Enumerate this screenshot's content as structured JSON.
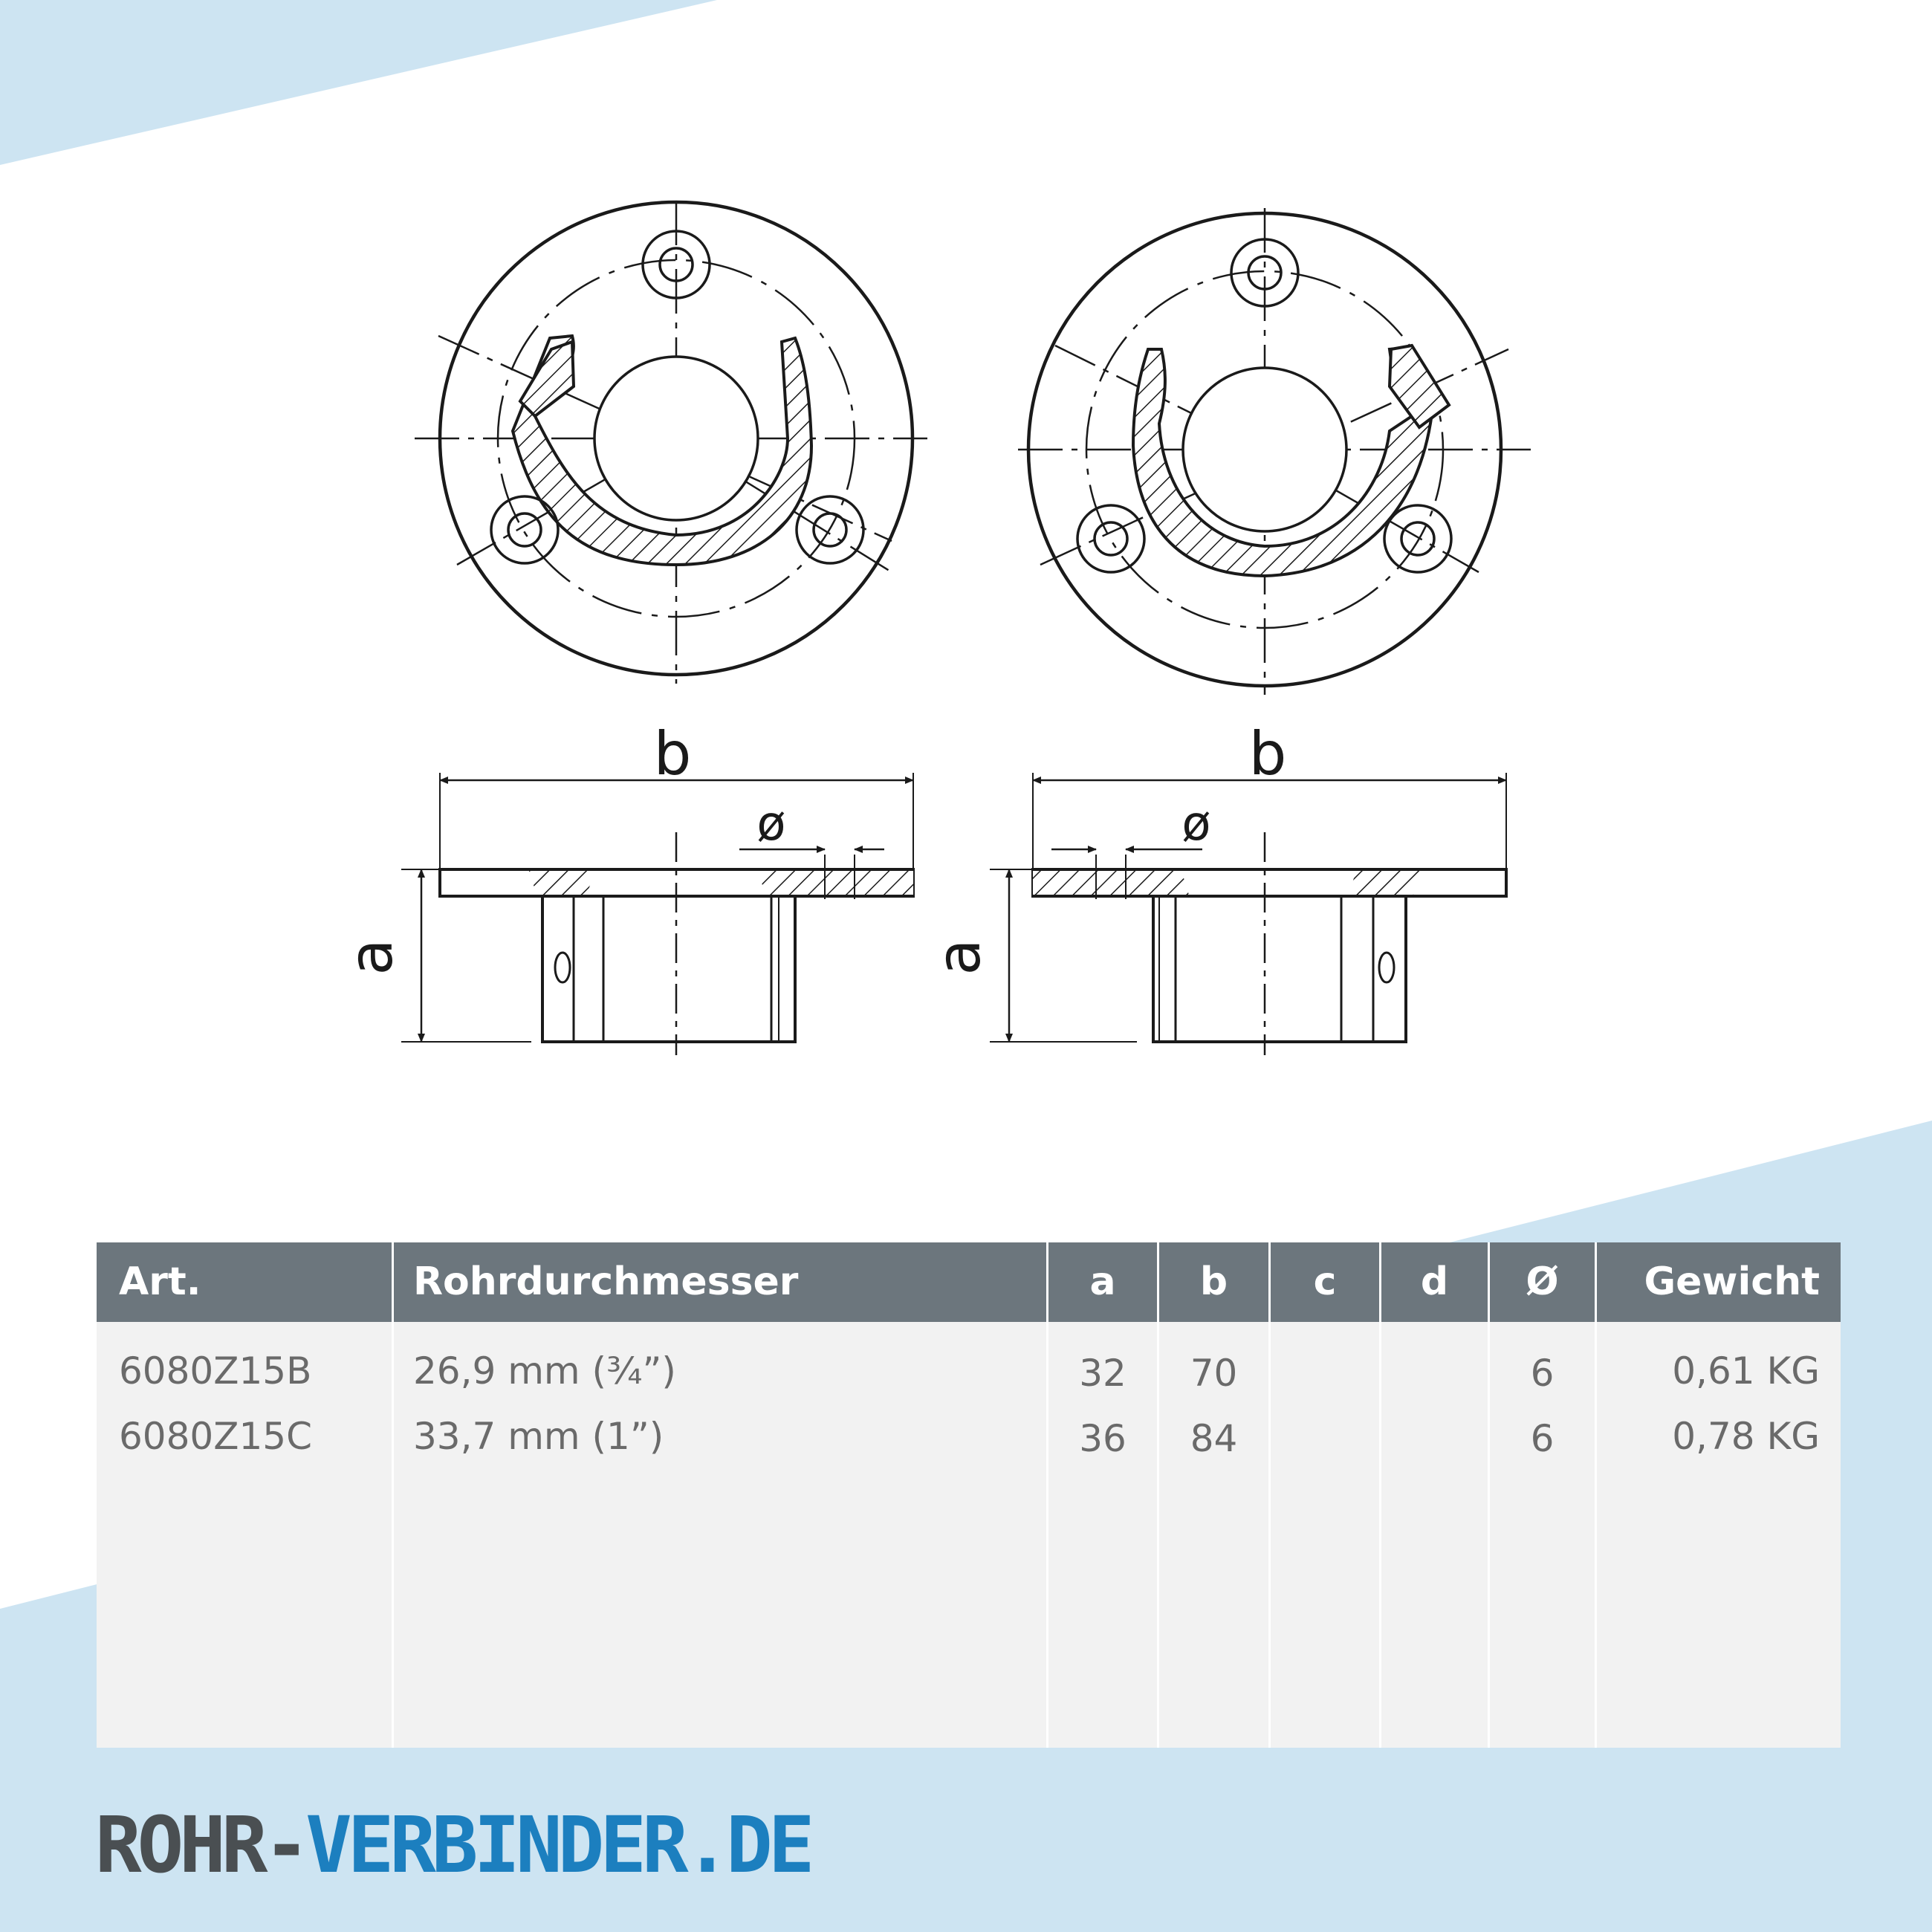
{
  "colors": {
    "background_accent": "#cde4f2",
    "table_header": "#6c767d",
    "table_body": "#f2f2f2",
    "brand_dark": "#4a4f52",
    "brand_blue": "#1c7fbf",
    "line": "#1a1a1a"
  },
  "drawing": {
    "views": [
      {
        "label_b": "b",
        "label_a": "a",
        "label_dia": "ø"
      },
      {
        "label_b": "b",
        "label_a": "a",
        "label_dia": "ø"
      }
    ]
  },
  "table": {
    "headers": {
      "art": "Art.",
      "rohrdurchmesser": "Rohrdurchmesser",
      "a": "a",
      "b": "b",
      "c": "c",
      "d": "d",
      "dia": "Ø",
      "gewicht": "Gewicht"
    },
    "rows": [
      {
        "art": "6080Z15B",
        "rohrdurchmesser": "26,9 mm (¾”)",
        "a": "32",
        "b": "70",
        "c": "",
        "d": "",
        "dia": "6",
        "gewicht": "0,61 KG"
      },
      {
        "art": "6080Z15C",
        "rohrdurchmesser": "33,7 mm (1”)",
        "a": "36",
        "b": "84",
        "c": "",
        "d": "",
        "dia": "6",
        "gewicht": "0,78 KG"
      }
    ]
  },
  "brand": {
    "part1": "ROHR-",
    "part2": "VERBINDER.DE"
  }
}
